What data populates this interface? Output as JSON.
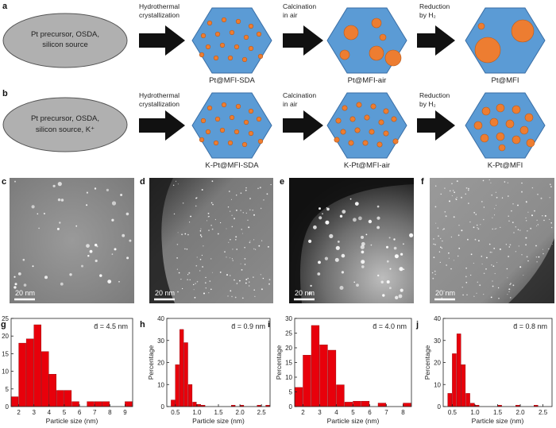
{
  "figure": {
    "row_a": {
      "letter": "a",
      "oval_lines": [
        "Pt precursor, OSDA,",
        "silicon source"
      ],
      "steps": [
        {
          "lines": [
            "Hydrothermal",
            "crystallization"
          ]
        },
        {
          "lines": [
            "Calcination",
            "in air"
          ]
        },
        {
          "lines": [
            "Reduction",
            "by H₂"
          ]
        }
      ],
      "labels": [
        "Pt@MFI-SDA",
        "Pt@MFI-air",
        "Pt@MFI"
      ]
    },
    "row_b": {
      "letter": "b",
      "oval_lines": [
        "Pt precursor, OSDA,",
        "silicon source, K⁺"
      ],
      "steps": [
        {
          "lines": [
            "Hydrothermal",
            "crystallization"
          ]
        },
        {
          "lines": [
            "Calcination",
            "in air"
          ]
        },
        {
          "lines": [
            "Reduction",
            "by H₂"
          ]
        }
      ],
      "labels": [
        "K-Pt@MFI-SDA",
        "K-Pt@MFI-air",
        "K-Pt@MFI"
      ]
    },
    "images": [
      {
        "letter": "c",
        "scale": "20 nm"
      },
      {
        "letter": "d",
        "scale": "20 nm"
      },
      {
        "letter": "e",
        "scale": "20 nm"
      },
      {
        "letter": "f",
        "scale": "20 nm"
      }
    ],
    "colors": {
      "hexagon": "#5b9bd5",
      "particle": "#ed7d31",
      "bar": "#e8000b",
      "oval": "#b0b0b0",
      "arrow": "#111111"
    }
  },
  "chart_data": [
    {
      "letter": "g",
      "type": "bar",
      "annotation": "d̄ = 4.5 nm",
      "xlabel": "Particle size (nm)",
      "ylabel": "Percentage",
      "xlim": [
        1.5,
        9.5
      ],
      "ylim": [
        0,
        25
      ],
      "xticks": [
        "2",
        "3",
        "4",
        "5",
        "6",
        "7",
        "8",
        "9"
      ],
      "xtick_values": [
        2,
        3,
        4,
        5,
        6,
        7,
        8,
        9
      ],
      "yticks": [
        "0",
        "5",
        "10",
        "15",
        "20",
        "25"
      ],
      "ytick_values": [
        0,
        5,
        10,
        15,
        20,
        25
      ],
      "bin_width": 0.5,
      "bins": [
        {
          "x": 1.75,
          "value": 2.8
        },
        {
          "x": 2.25,
          "value": 18.0
        },
        {
          "x": 2.75,
          "value": 19.2
        },
        {
          "x": 3.25,
          "value": 23.2
        },
        {
          "x": 3.75,
          "value": 15.6
        },
        {
          "x": 4.25,
          "value": 9.2
        },
        {
          "x": 4.75,
          "value": 4.6
        },
        {
          "x": 5.25,
          "value": 4.6
        },
        {
          "x": 5.75,
          "value": 1.4
        },
        {
          "x": 6.75,
          "value": 1.4
        },
        {
          "x": 7.25,
          "value": 1.4
        },
        {
          "x": 7.75,
          "value": 1.4
        },
        {
          "x": 9.25,
          "value": 1.4
        }
      ]
    },
    {
      "letter": "h",
      "type": "bar",
      "annotation": "d̄ = 0.9 nm",
      "xlabel": "Particle size (nm)",
      "ylabel": "Percentage",
      "xlim": [
        0.3,
        2.7
      ],
      "ylim": [
        0,
        40
      ],
      "xticks": [
        "0.5",
        "1.0",
        "1.5",
        "2.0",
        "2.5"
      ],
      "xtick_values": [
        0.5,
        1.0,
        1.5,
        2.0,
        2.5
      ],
      "yticks": [
        "0",
        "10",
        "20",
        "30",
        "40"
      ],
      "ytick_values": [
        0,
        10,
        20,
        30,
        40
      ],
      "bin_width": 0.1,
      "bins": [
        {
          "x": 0.45,
          "value": 3
        },
        {
          "x": 0.55,
          "value": 19
        },
        {
          "x": 0.65,
          "value": 35
        },
        {
          "x": 0.75,
          "value": 29
        },
        {
          "x": 0.85,
          "value": 10
        },
        {
          "x": 0.95,
          "value": 2
        },
        {
          "x": 1.05,
          "value": 1
        },
        {
          "x": 1.15,
          "value": 0.6
        },
        {
          "x": 1.85,
          "value": 0.6
        },
        {
          "x": 2.05,
          "value": 0.6
        },
        {
          "x": 2.45,
          "value": 0.6
        },
        {
          "x": 2.65,
          "value": 0.6
        }
      ]
    },
    {
      "letter": "i",
      "type": "bar",
      "annotation": "d̄ = 4.0 nm",
      "xlabel": "Particle size (nm)",
      "ylabel": "Percentage",
      "xlim": [
        1.5,
        8.5
      ],
      "ylim": [
        0,
        30
      ],
      "xticks": [
        "2",
        "3",
        "4",
        "5",
        "6",
        "7",
        "8"
      ],
      "xtick_values": [
        2,
        3,
        4,
        5,
        6,
        7,
        8
      ],
      "yticks": [
        "0",
        "5",
        "10",
        "15",
        "20",
        "25",
        "30"
      ],
      "ytick_values": [
        0,
        5,
        10,
        15,
        20,
        25,
        30
      ],
      "bin_width": 0.5,
      "bins": [
        {
          "x": 1.75,
          "value": 6.5
        },
        {
          "x": 2.25,
          "value": 17.5
        },
        {
          "x": 2.75,
          "value": 27.6
        },
        {
          "x": 3.25,
          "value": 21.0
        },
        {
          "x": 3.75,
          "value": 19.2
        },
        {
          "x": 4.25,
          "value": 7.4
        },
        {
          "x": 4.75,
          "value": 1.5
        },
        {
          "x": 5.25,
          "value": 1.8
        },
        {
          "x": 5.75,
          "value": 1.8
        },
        {
          "x": 6.75,
          "value": 1.2
        },
        {
          "x": 8.25,
          "value": 1.2
        }
      ]
    },
    {
      "letter": "j",
      "type": "bar",
      "annotation": "d̄ = 0.8 nm",
      "xlabel": "Particle size (nm)",
      "ylabel": "Percentage",
      "xlim": [
        0.3,
        2.7
      ],
      "ylim": [
        0,
        40
      ],
      "xticks": [
        "0.5",
        "1.0",
        "1.5",
        "2.0",
        "2.5"
      ],
      "xtick_values": [
        0.5,
        1.0,
        1.5,
        2.0,
        2.5
      ],
      "yticks": [
        "0",
        "10",
        "20",
        "30",
        "40"
      ],
      "ytick_values": [
        0,
        10,
        20,
        30,
        40
      ],
      "bin_width": 0.1,
      "bins": [
        {
          "x": 0.45,
          "value": 6
        },
        {
          "x": 0.55,
          "value": 24
        },
        {
          "x": 0.65,
          "value": 33
        },
        {
          "x": 0.75,
          "value": 19
        },
        {
          "x": 0.85,
          "value": 6
        },
        {
          "x": 0.95,
          "value": 1.5
        },
        {
          "x": 1.05,
          "value": 0.6
        },
        {
          "x": 1.55,
          "value": 0.6
        },
        {
          "x": 1.95,
          "value": 0.6
        },
        {
          "x": 2.35,
          "value": 0.6
        }
      ]
    }
  ]
}
